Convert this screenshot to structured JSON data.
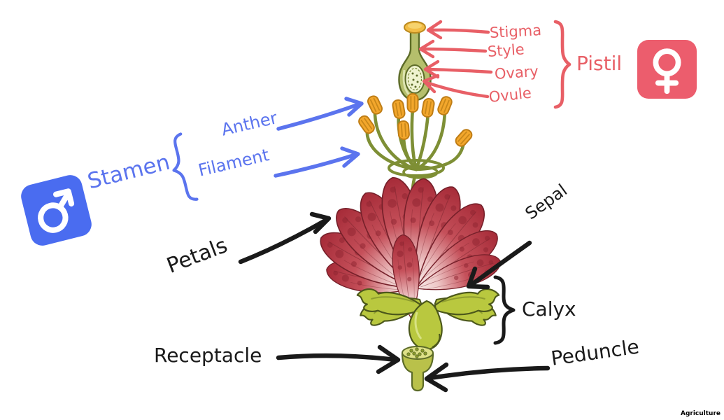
{
  "pistil_group": {
    "label": "Pistil",
    "label_color": "#e85f66",
    "symbol_icon": "female-symbol",
    "icon_bg_color": "#ec5d6d",
    "parts": {
      "stigma": "Stigma",
      "style": "Style",
      "ovary": "Ovary",
      "ovule": "Ovule"
    }
  },
  "stamen_group": {
    "label": "Stamen",
    "label_color": "#5b74ee",
    "symbol_icon": "male-symbol",
    "icon_bg_color": "#4a6cf0",
    "parts": {
      "anther": "Anther",
      "filament": "Filament"
    }
  },
  "black_labels": {
    "petals": "Petals",
    "sepal": "Sepal",
    "calyx": "Calyx",
    "receptacle": "Receptacle",
    "peduncle": "Peduncle",
    "color": "#1a1a1a"
  },
  "watermark": "Agriculture",
  "illustration_colors": {
    "petal_red": "#b5313e",
    "petal_pale": "#f6e4e3",
    "anther_orange": "#f3a72c",
    "stem_green": "#7e8f35",
    "pistil_green": "#b5bf6c",
    "stigma_yellow": "#f2bc45",
    "calyx_green": "#b9c83f",
    "icon_glyph_white": "#ffffff"
  }
}
